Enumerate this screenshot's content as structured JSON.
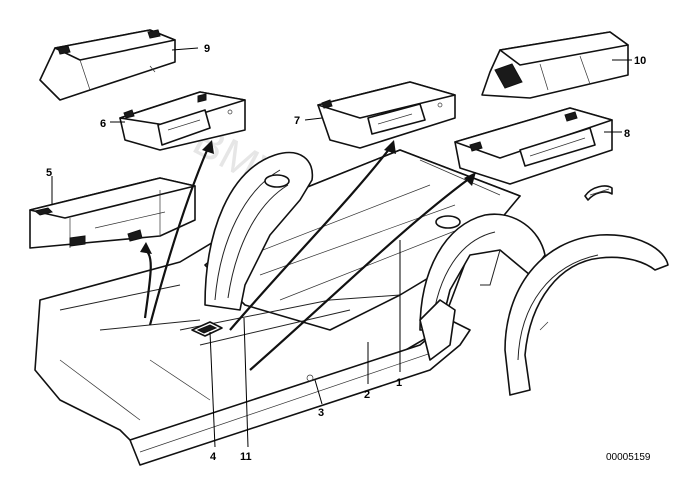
{
  "watermark": "BMW-Store.pl",
  "reference_number": "00005159",
  "callouts": {
    "c1": "1",
    "c2": "2",
    "c3": "3",
    "c4": "4",
    "c5": "5",
    "c6": "6",
    "c7": "7",
    "c8": "8",
    "c9": "9",
    "c10": "10",
    "c11": "11"
  }
}
